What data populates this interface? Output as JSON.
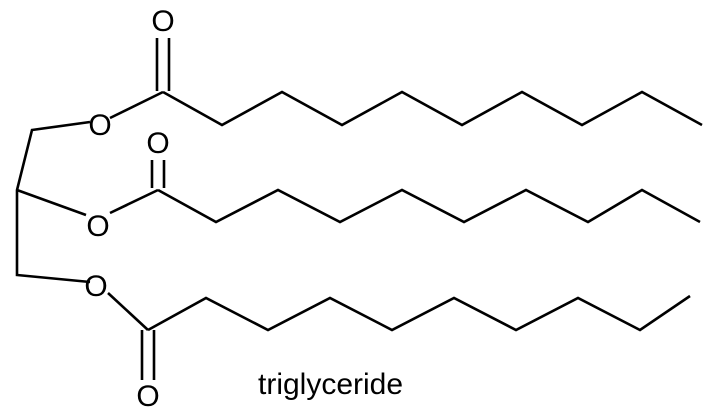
{
  "atoms": {
    "ester_oxygen": "O",
    "carbonyl_oxygen": "O"
  },
  "caption": "triglyceride"
}
